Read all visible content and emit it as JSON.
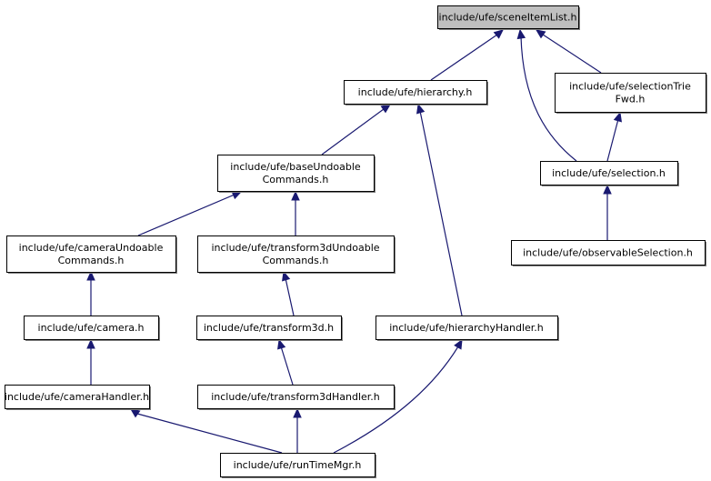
{
  "diagram": {
    "title": "include/ufe/sceneItemList.h",
    "colors": {
      "edge": "#191970",
      "root_fill": "#bfbfbf",
      "node_fill": "#ffffff",
      "border": "#000000"
    },
    "nodes": [
      {
        "id": "sceneItemList",
        "lines": [
          "include/ufe/sceneItemList.h"
        ],
        "root": true
      },
      {
        "id": "hierarchy",
        "lines": [
          "include/ufe/hierarchy.h"
        ]
      },
      {
        "id": "selectionTrieFwd",
        "lines": [
          "include/ufe/selectionTrie",
          "Fwd.h"
        ]
      },
      {
        "id": "baseUndoable",
        "lines": [
          "include/ufe/baseUndoable",
          "Commands.h"
        ]
      },
      {
        "id": "selection",
        "lines": [
          "include/ufe/selection.h"
        ]
      },
      {
        "id": "cameraUndoable",
        "lines": [
          "include/ufe/cameraUndoable",
          "Commands.h"
        ]
      },
      {
        "id": "transform3dUndoable",
        "lines": [
          "include/ufe/transform3dUndoable",
          "Commands.h"
        ]
      },
      {
        "id": "observableSelection",
        "lines": [
          "include/ufe/observableSelection.h"
        ]
      },
      {
        "id": "camera",
        "lines": [
          "include/ufe/camera.h"
        ]
      },
      {
        "id": "transform3d",
        "lines": [
          "include/ufe/transform3d.h"
        ]
      },
      {
        "id": "hierarchyHandler",
        "lines": [
          "include/ufe/hierarchyHandler.h"
        ]
      },
      {
        "id": "cameraHandler",
        "lines": [
          "include/ufe/cameraHandler.h"
        ]
      },
      {
        "id": "transform3dHandler",
        "lines": [
          "include/ufe/transform3dHandler.h"
        ]
      },
      {
        "id": "runTimeMgr",
        "lines": [
          "include/ufe/runTimeMgr.h"
        ]
      }
    ],
    "edges": [
      {
        "from": "hierarchy",
        "to": "sceneItemList"
      },
      {
        "from": "selection",
        "to": "sceneItemList"
      },
      {
        "from": "selectionTrieFwd",
        "to": "sceneItemList"
      },
      {
        "from": "baseUndoable",
        "to": "hierarchy"
      },
      {
        "from": "hierarchyHandler",
        "to": "hierarchy"
      },
      {
        "from": "selection",
        "to": "selectionTrieFwd"
      },
      {
        "from": "cameraUndoable",
        "to": "baseUndoable"
      },
      {
        "from": "transform3dUndoable",
        "to": "baseUndoable"
      },
      {
        "from": "observableSelection",
        "to": "selection"
      },
      {
        "from": "camera",
        "to": "cameraUndoable"
      },
      {
        "from": "transform3d",
        "to": "transform3dUndoable"
      },
      {
        "from": "cameraHandler",
        "to": "camera"
      },
      {
        "from": "transform3dHandler",
        "to": "transform3d"
      },
      {
        "from": "runTimeMgr",
        "to": "cameraHandler"
      },
      {
        "from": "runTimeMgr",
        "to": "transform3dHandler"
      },
      {
        "from": "runTimeMgr",
        "to": "hierarchyHandler"
      }
    ]
  }
}
